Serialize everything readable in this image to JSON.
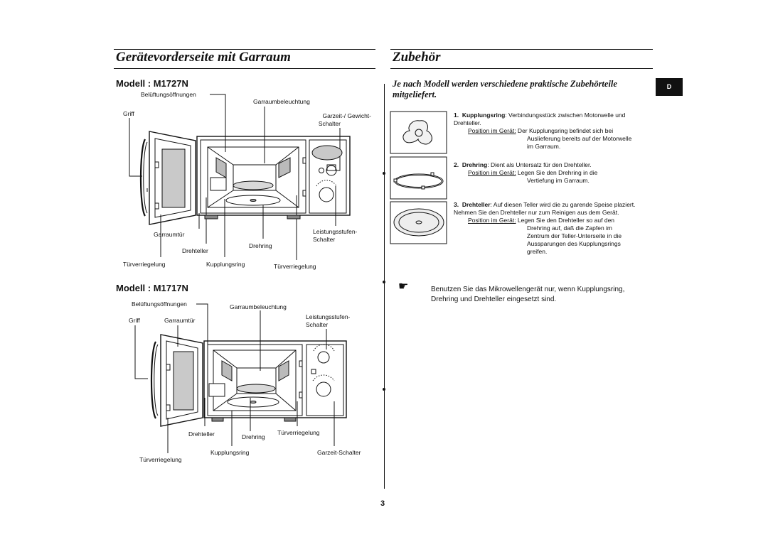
{
  "left": {
    "title": "Gerätevorderseite mit Garraum",
    "model1": {
      "name": "Modell : M1727N",
      "labels": {
        "vents": "Belüftungsöffnungen",
        "light": "Garraumbeleuchtung",
        "handle": "Griff",
        "timer_line1": "Garzeit-/ Gewicht-",
        "timer_line2": "Schalter",
        "door": "Garraumtür",
        "power_line1": "Leistungsstufen-",
        "power_line2": "Schalter",
        "turntable": "Drehteller",
        "ring": "Drehring",
        "latch_left": "Türverriegelung",
        "coupler": "Kupplungsring",
        "latch_right": "Türverriegelung"
      }
    },
    "model2": {
      "name": "Modell : M1717N",
      "labels": {
        "vents": "Belüftungsöffnungen",
        "light": "Garraumbeleuchtung",
        "handle": "Griff",
        "door": "Garraumtür",
        "power_line1": "Leistungsstufen-",
        "power_line2": "Schalter",
        "turntable": "Drehteller",
        "ring": "Drehring",
        "latch_right": "Türverriegelung",
        "latch_left": "Türverriegelung",
        "coupler": "Kupplungsring",
        "timer": "Garzeit-Schalter"
      }
    }
  },
  "right": {
    "title": "Zubehör",
    "lang_tab": "D",
    "intro": "Je nach Modell werden verschiedene praktische Zubehörteile mitgeliefert.",
    "items": [
      {
        "num": "1.",
        "name": "Kupplungsring",
        "desc": ": Verbindungsstück zwischen Motorwelle und Drehteller.",
        "pos_label": "Position im Gerät:",
        "pos_first": " Der Kupplungsring befindet sich bei",
        "pos_rest": [
          "Auslieferung bereits auf der Motorwelle",
          "im Garraum."
        ]
      },
      {
        "num": "2.",
        "name": "Drehring",
        "desc": ": Dient als Untersatz für den Drehteller.",
        "pos_label": "Position im Gerät:",
        "pos_first": " Legen Sie den Drehring in die",
        "pos_rest": [
          "Vertiefung im Garraum."
        ]
      },
      {
        "num": "3.",
        "name": "Drehteller",
        "desc": ": Auf diesen Teller wird die zu garende Speise plaziert. Nehmen Sie den Drehteller nur zum Reinigen aus dem Gerät.",
        "pos_label": "Position im Gerät:",
        "pos_first": " Legen Sie den Drehteller so auf den",
        "pos_rest": [
          "Drehring auf, daß die Zapfen im",
          "Zentrum der Teller-Unterseite in die",
          "Aussparungen des Kupplungsrings",
          "greifen."
        ]
      }
    ],
    "note_icon": "hand-pointer-icon",
    "note": "Benutzen Sie das Mikrowellengerät nur, wenn Kupplungsring, Drehring und Drehteller eingesetzt sind."
  },
  "page_number": "3"
}
